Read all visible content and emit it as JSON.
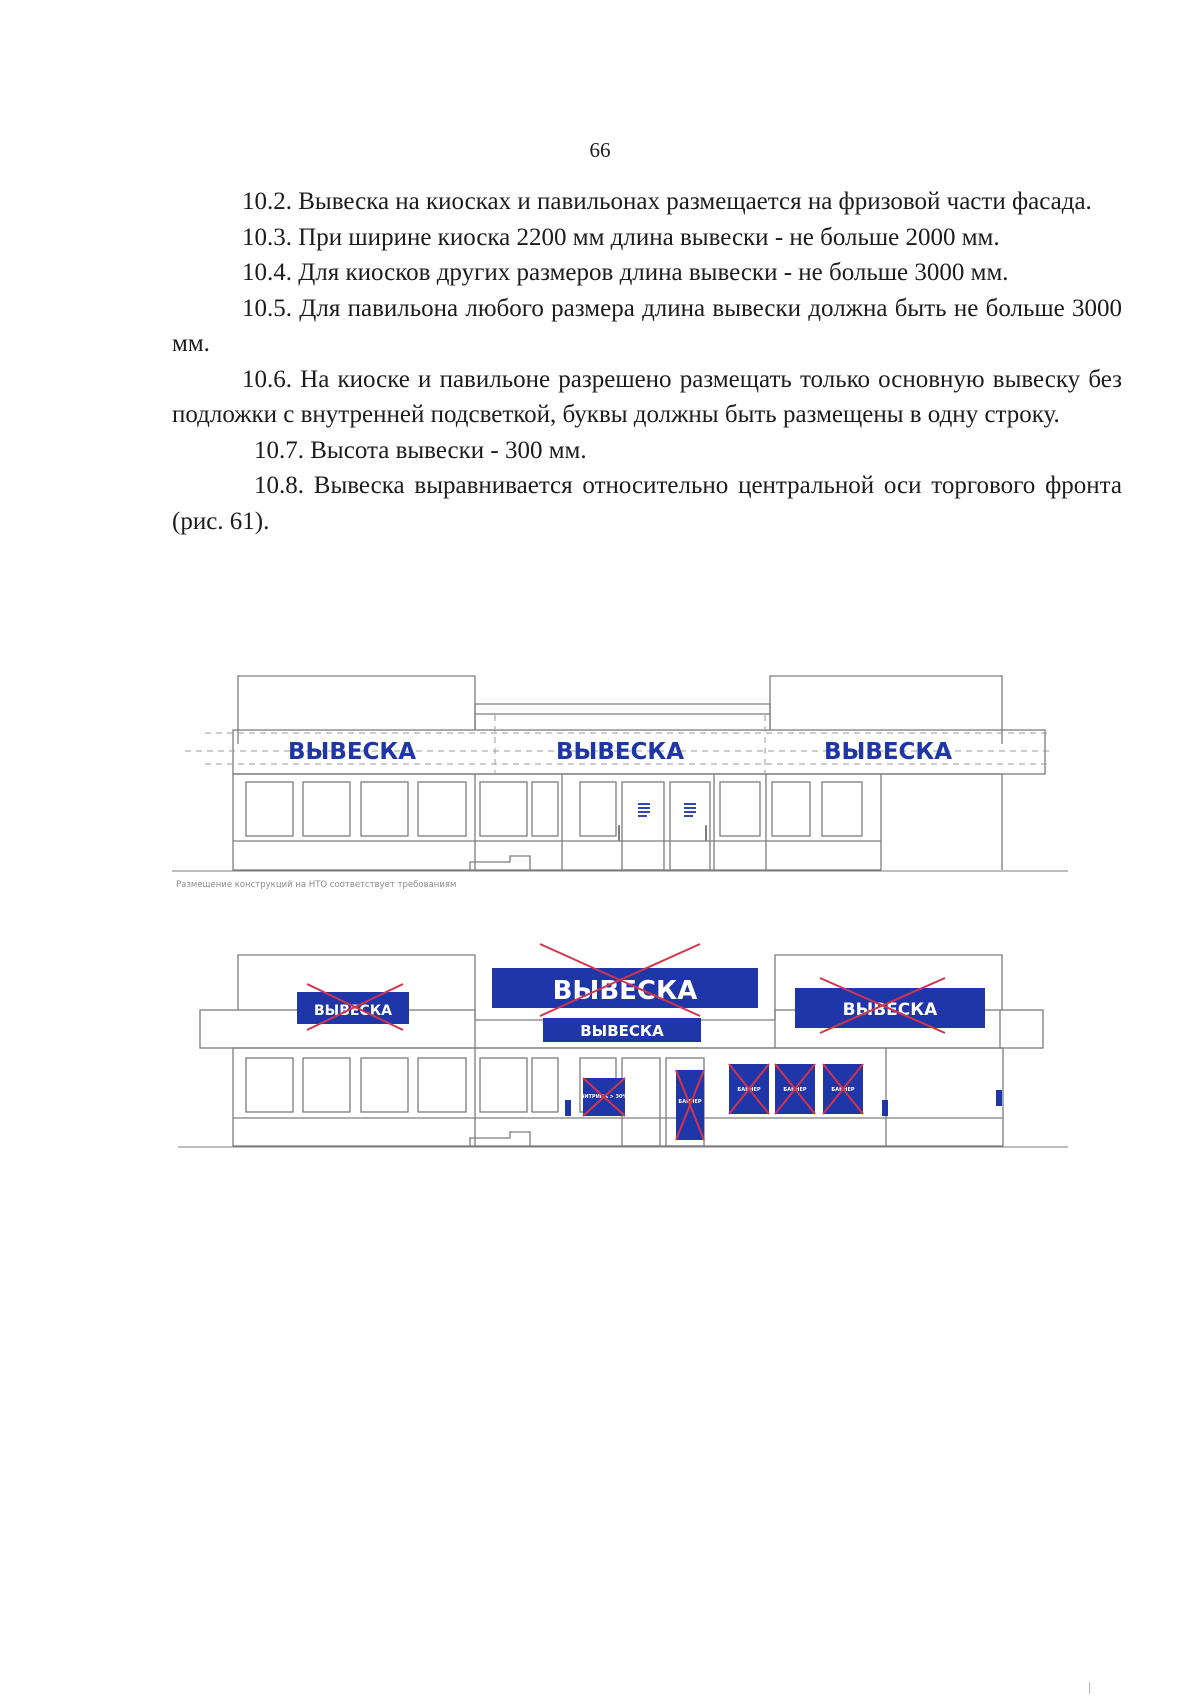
{
  "page": {
    "number": "66"
  },
  "paragraphs": [
    "10.2. Вывеска на киосках и павильонах размещается на фризовой части фасада.",
    "10.3. При ширине киоска 2200 мм длина вывески - не больше 2000 мм.",
    "10.4. Для киосков других размеров длина вывески - не больше 3000 мм.",
    "10.5. Для павильона любого размера длина вывески должна быть не больше 3000 мм.",
    "10.6. На киоске и павильоне разрешено размещать только основную вывеску без подложки с внутренней подсветкой, буквы должны быть размещены в одну строку.",
    "10.7. Высота вывески - 300 мм.",
    "10.8. Вывеска выравнивается относительно центральной оси торгового фронта (рис. 61)."
  ],
  "figure_top": {
    "signs": [
      "ВЫВЕСКА",
      "ВЫВЕСКА",
      "ВЫВЕСКА"
    ],
    "caption": "Размещение конструкций на НТО соответствует требованиям"
  },
  "figure_bottom": {
    "signs": [
      "ВЫВЕСКА",
      "ВЫВЕСКА",
      "ВЫВЕСКА",
      "ВЫВЕСКА"
    ],
    "window_ads": [
      "ВИТРИНА > 30%",
      "БАННЕР",
      "БАННЕР",
      "БАННЕР",
      "БАННЕР"
    ]
  },
  "colors": {
    "sign_blue": "#1f36a8",
    "cross_red": "#d2344c",
    "line_gray": "#8a8a8a"
  }
}
